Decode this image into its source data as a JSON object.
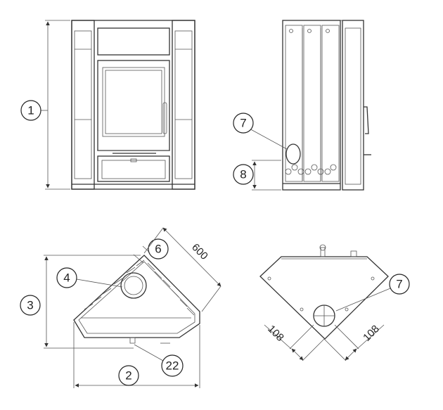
{
  "callouts": {
    "c1": "1",
    "c2": "2",
    "c3": "3",
    "c4": "4",
    "c6": "6",
    "c7a": "7",
    "c7b": "7",
    "c8": "8",
    "c22": "22"
  },
  "dimensions": {
    "d600": "600",
    "d108_left": "108",
    "d108_right": "108"
  },
  "colors": {
    "line": "#333333",
    "background": "#ffffff"
  }
}
